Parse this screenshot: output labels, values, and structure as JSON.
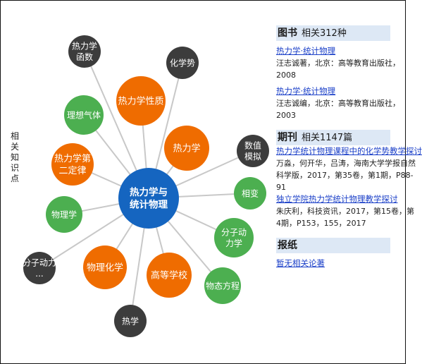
{
  "side_label": "相关知识点",
  "graph": {
    "center": "热力学与统计物理",
    "colors": {
      "center": "#1565c0",
      "orange": "#ef6c00",
      "green": "#4caf50",
      "dark": "#3c3c3c",
      "line": "#c8c8c8"
    },
    "nodes": [
      {
        "label": "热力学函数",
        "color": "dark"
      },
      {
        "label": "化学势",
        "color": "dark"
      },
      {
        "label": "理想气体",
        "color": "green"
      },
      {
        "label": "热力学性质",
        "color": "orange"
      },
      {
        "label": "热力学",
        "color": "orange"
      },
      {
        "label": "数值模拟",
        "color": "dark"
      },
      {
        "label": "热力学第二定律",
        "color": "orange"
      },
      {
        "label": "相变",
        "color": "green"
      },
      {
        "label": "物理学",
        "color": "green"
      },
      {
        "label": "分子动力学",
        "color": "green"
      },
      {
        "label": "分子动力...",
        "color": "dark"
      },
      {
        "label": "物理化学",
        "color": "orange"
      },
      {
        "label": "高等学校",
        "color": "orange"
      },
      {
        "label": "物态方程",
        "color": "green"
      },
      {
        "label": "热学",
        "color": "dark"
      }
    ]
  },
  "books": {
    "title": "图书",
    "count": "相关312种",
    "entries": [
      {
        "title": "热力学·统计物理",
        "meta": "汪志诚著，北京：高等教育出版社，2008"
      },
      {
        "title": "热力学·统计物理",
        "meta": "汪志诚编，北京：高等教育出版社，2003"
      }
    ]
  },
  "journals": {
    "title": "期刊",
    "count": "相关1147篇",
    "entries": [
      {
        "title": "热力学统计物理课程中的化学势教学探讨",
        "meta": "万淼，何开华，吕涛，海南大学学报自然科学版，2017，第35卷，第1期，P88-91"
      },
      {
        "title": "独立学院热力学统计物理教学探讨",
        "meta": "朱庆利，科技资讯，2017，第15卷，第4期，P153，155，2017"
      }
    ]
  },
  "newspapers": {
    "title": "报纸",
    "empty": "暂无相关论著"
  }
}
